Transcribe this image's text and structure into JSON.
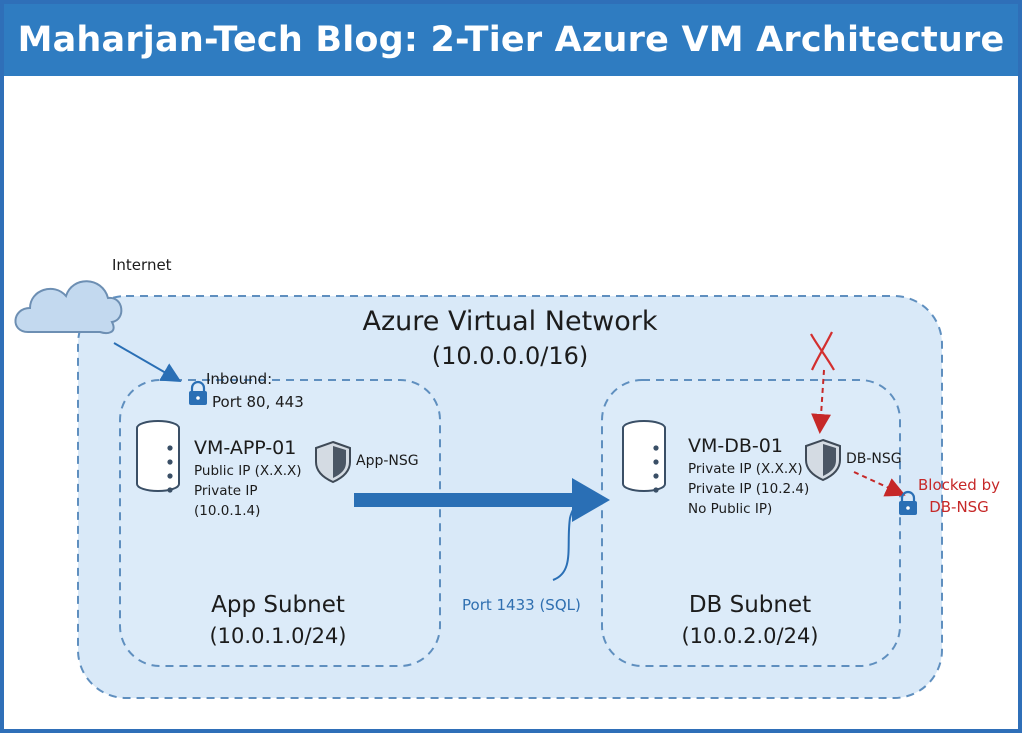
{
  "title": "Maharjan-Tech Blog: 2-Tier Azure VM Architecture",
  "internet_label": "Internet",
  "vnet": {
    "name": "Azure Virtual Network",
    "cidr": "(10.0.0.0/16)"
  },
  "inbound_rule": {
    "line1": "Inbound:",
    "line2": "Port 80, 443"
  },
  "app_subnet": {
    "name": "App Subnet",
    "cidr": "(10.0.1.0/24)",
    "vm": {
      "name": "VM-APP-01",
      "lines": [
        "Public IP (X.X.X)",
        "Private IP",
        "(10.0.1.4)"
      ]
    },
    "nsg": "App-NSG"
  },
  "db_subnet": {
    "name": "DB Subnet",
    "cidr": "(10.0.2.0/24)",
    "vm": {
      "name": "VM-DB-01",
      "lines": [
        "Private IP (X.X.X)",
        "Private IP (10.2.4)",
        "No Public IP)"
      ]
    },
    "nsg": "DB-NSG"
  },
  "port_label": "Port 1433 (SQL)",
  "blocked_label": {
    "line1": "Blocked by",
    "line2": "DB-NSG"
  },
  "colors": {
    "header": "#2f7cc1",
    "frame": "#2f6fb8",
    "vnet_fill": "#d9e9f8",
    "dashed_border": "#5f8fbf",
    "arrow": "#2a6fb5",
    "blocked": "#c62828",
    "server_icon": "#3a4f66"
  },
  "icons": [
    "cloud-icon",
    "lock-icon",
    "server-icon",
    "shield-icon",
    "x-mark-icon"
  ]
}
